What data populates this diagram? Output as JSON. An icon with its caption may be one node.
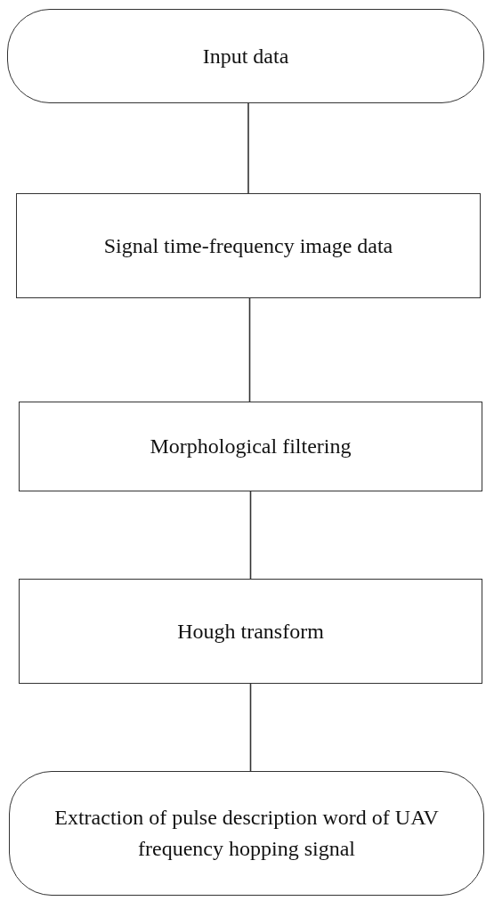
{
  "diagram": {
    "nodes": [
      {
        "text": [
          "Input data"
        ]
      },
      {
        "text": [
          "Signal time-frequency image data"
        ]
      },
      {
        "text": [
          "Morphological filtering"
        ]
      },
      {
        "text": [
          "Hough transform"
        ]
      },
      {
        "text": [
          "Extraction of pulse description word of UAV frequency hopping signal"
        ]
      }
    ],
    "edges": [
      {
        "from": 0,
        "to": 1,
        "arrow": "none"
      },
      {
        "from": 1,
        "to": 2,
        "arrow": "none"
      },
      {
        "from": 2,
        "to": 3,
        "arrow": "none"
      },
      {
        "from": 3,
        "to": 4,
        "arrow": "none"
      }
    ]
  }
}
